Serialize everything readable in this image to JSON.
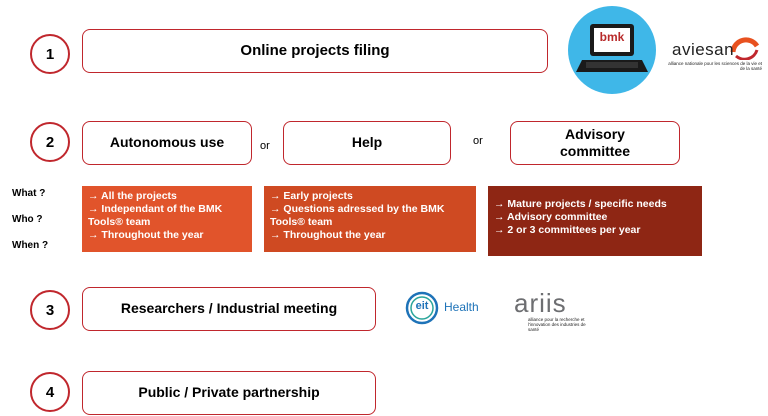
{
  "steps": [
    {
      "number": "1",
      "label": "Online projects filing"
    },
    {
      "number": "2",
      "label": "Autonomous use"
    },
    {
      "number": "3",
      "label": "Researchers / Industrial meeting"
    },
    {
      "number": "4",
      "label": "Public / Private partnership"
    }
  ],
  "step2": {
    "or_1": "or",
    "help_label": "Help",
    "or_2": "or",
    "advisory_label": "Advisory committee"
  },
  "row_labels": {
    "what": "What ?",
    "who": "Who ?",
    "when": "When ?"
  },
  "cards": {
    "autonomous": [
      "→ All the projects",
      "→ Independant of the BMK Tools® team",
      "→  Throughout the year"
    ],
    "help": [
      "→ Early projects",
      "→ Questions adressed by the BMK Tools® team",
      "→ Throughout the year"
    ],
    "advisory": [
      "→ Mature projects / specific needs",
      "→ Advisory committee",
      "→ 2 or 3 committees per year"
    ]
  },
  "colors": {
    "card1": "#e1542b",
    "card2": "#cf4a22",
    "card3": "#8e2614",
    "accent": "#c0272d",
    "laptop_bg": "#3fb7e8"
  },
  "logos": {
    "bmk": "bmk",
    "aviesan": "aviesan",
    "aviesan_sub": "alliance nationale pour les sciences de la vie et de la santé",
    "eit": "eit",
    "health": "Health",
    "ariis": "ariis",
    "ariis_sub": "alliance pour la recherche et l'innovation des industries de santé"
  }
}
